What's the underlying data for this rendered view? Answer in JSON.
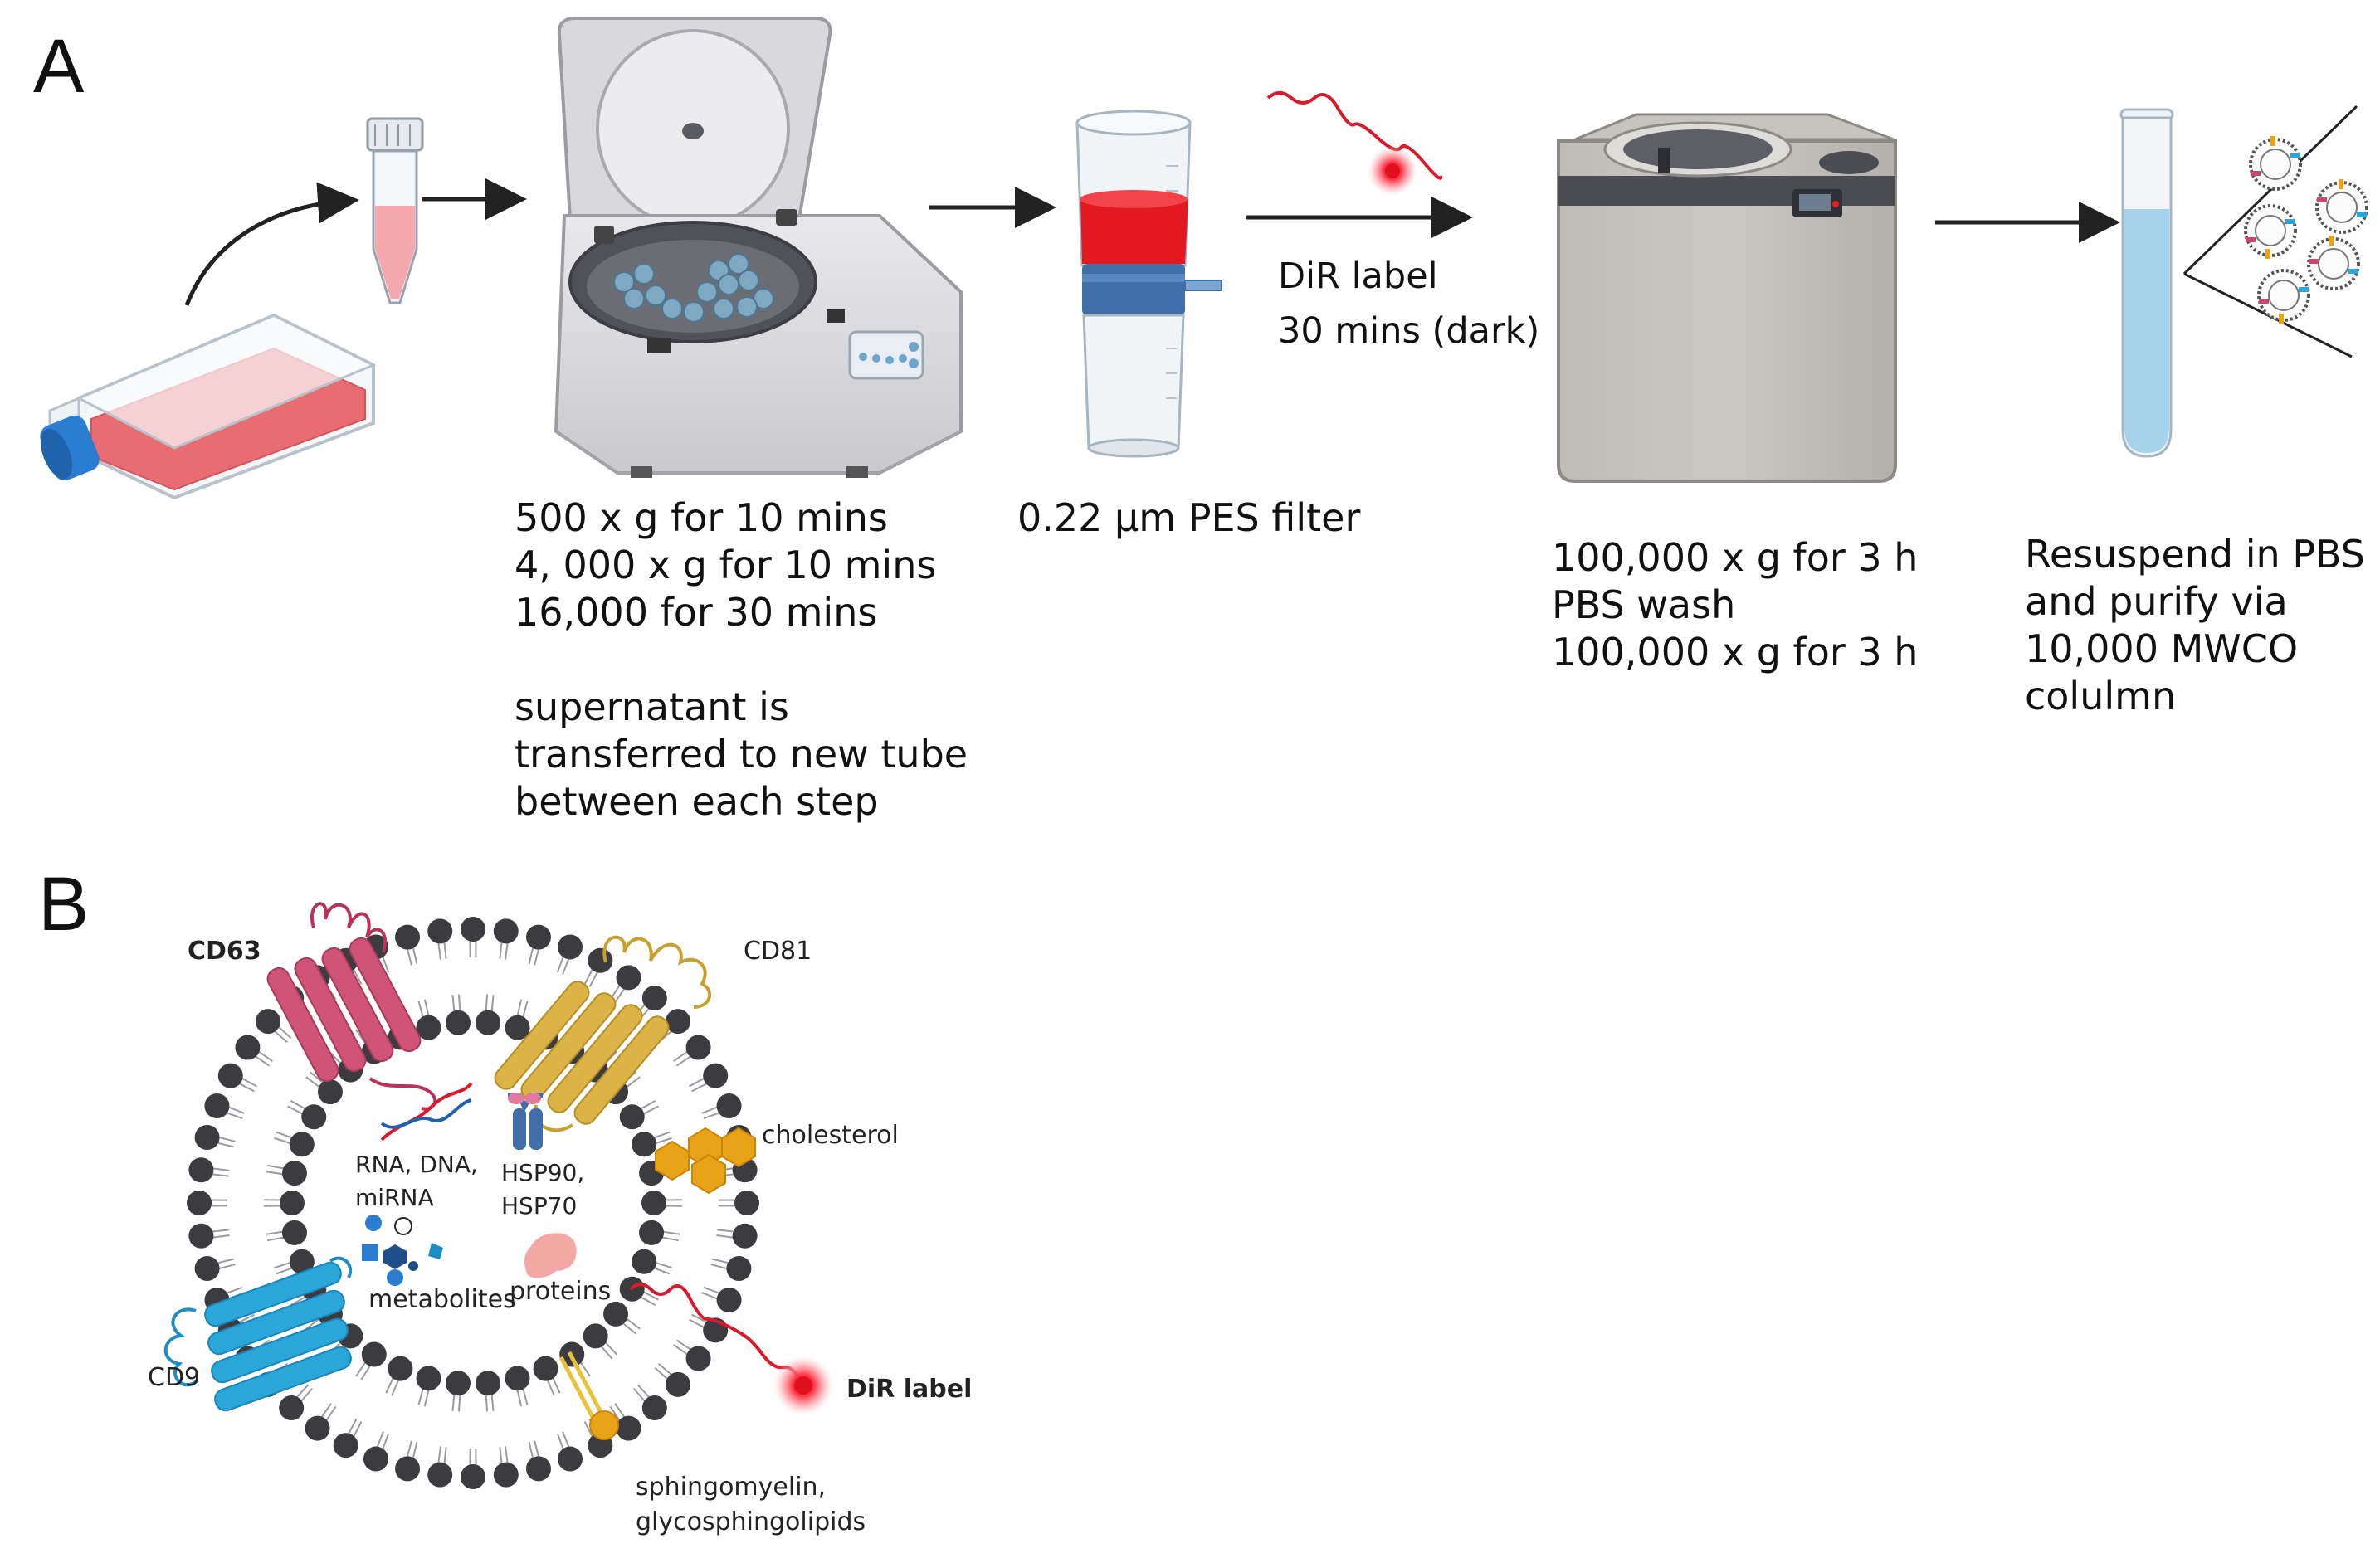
{
  "panels": {
    "a_letter": "A",
    "b_letter": "B"
  },
  "workflow": {
    "step_centrifuge": [
      "500 x g for 10 mins",
      "4, 000 x g for 10 mins",
      "16,000 for 30 mins",
      "",
      "supernatant is",
      "transferred to new tube",
      "between each step"
    ],
    "step_filter": "0.22 μm PES filter",
    "step_label": [
      "DiR label",
      "30 mins (dark)"
    ],
    "step_ultracentrifuge": [
      "100,000 x g for 3 h",
      "PBS wash",
      "100,000 x g for 3 h"
    ],
    "step_purify": [
      "Resuspend in PBS",
      "and purify via",
      "10,000 MWCO",
      "colulmn"
    ]
  },
  "vesicle": {
    "cd63": "CD63",
    "cd81": "CD81",
    "cd9": "CD9",
    "cholesterol": "cholesterol",
    "nucleic": [
      "RNA, DNA,",
      "miRNA"
    ],
    "hsp": [
      "HSP90,",
      "HSP70"
    ],
    "metabolites": "metabolites",
    "proteins": "proteins",
    "dir_label": "DiR label",
    "lipids": [
      "sphingomyelin,",
      "glycosphingolipids"
    ]
  },
  "colors": {
    "cd63": "#c8476a",
    "cd81": "#d4a93a",
    "cd9": "#2aa6d9",
    "cholesterol": "#e8a317",
    "dir_red": "#d81b2c",
    "media_red": "#e8585e",
    "tube_blue": "#9fd3ee",
    "cap_blue": "#2b7dd1"
  }
}
